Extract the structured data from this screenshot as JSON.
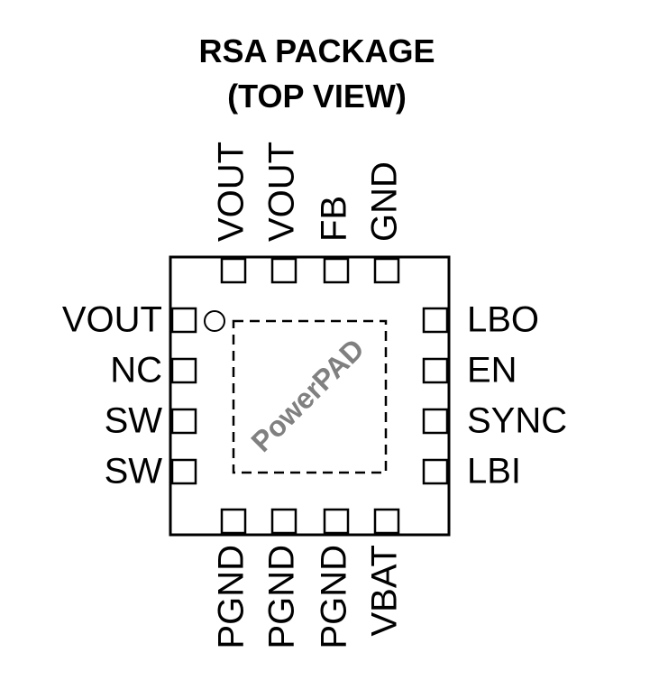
{
  "header": {
    "title_line1": "RSA PACKAGE",
    "title_line2": "(TOP VIEW)"
  },
  "package": {
    "center_label": "PowerPAD",
    "center_label_color": "#808080",
    "outline_color": "#000000"
  },
  "pins": {
    "top": [
      "VOUT",
      "VOUT",
      "FB",
      "GND"
    ],
    "left": [
      "VOUT",
      "NC",
      "SW",
      "SW"
    ],
    "right": [
      "LBO",
      "EN",
      "SYNC",
      "LBI"
    ],
    "bottom": [
      "PGND",
      "PGND",
      "PGND",
      "VBAT"
    ]
  }
}
